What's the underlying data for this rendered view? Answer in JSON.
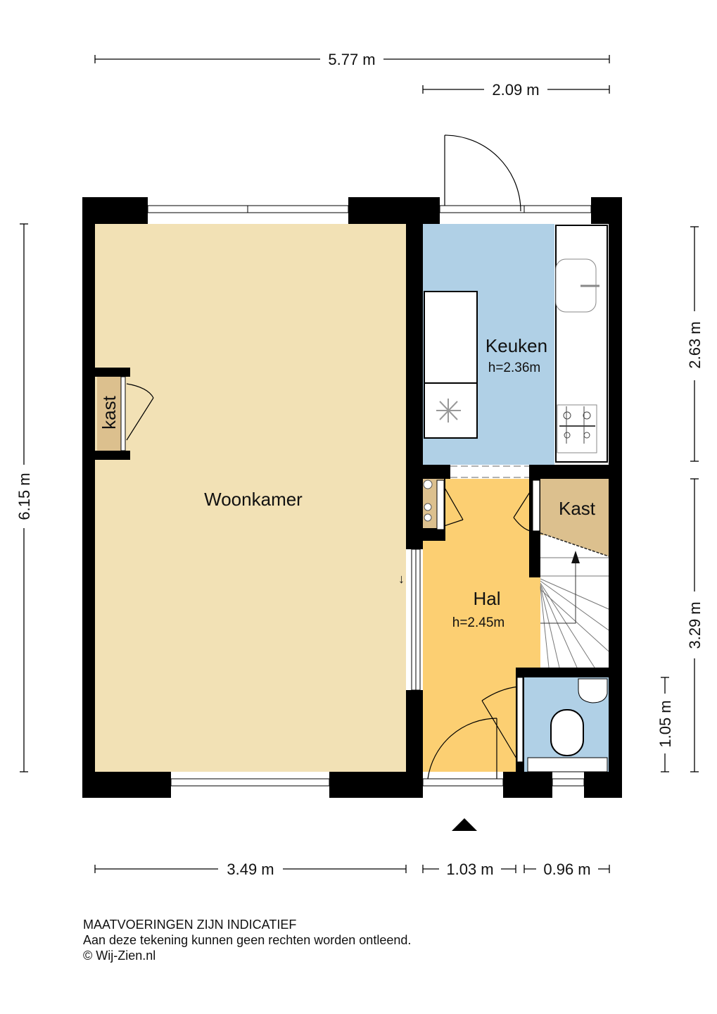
{
  "dimensions": {
    "total_width": "5.77 m",
    "kitchen_width": "2.09 m",
    "total_depth": "6.15 m",
    "kitchen_depth": "2.63 m",
    "hall_depth": "3.29 m",
    "toilet_depth": "1.05 m",
    "living_width": "3.49 m",
    "hall_width": "1.03 m",
    "toilet_width": "0.96 m"
  },
  "rooms": {
    "woonkamer": {
      "name": "Woonkamer"
    },
    "keuken": {
      "name": "Keuken",
      "height": "h=2.36m"
    },
    "hal": {
      "name": "Hal",
      "height": "h=2.45m"
    },
    "kast_small": {
      "name": "kast"
    },
    "kast": {
      "name": "Kast"
    }
  },
  "colors": {
    "woonkamer": "#f2e1b5",
    "keuken": "#b0d0e6",
    "hal": "#fccf72",
    "kast": "#dcc08e",
    "wall": "#000000"
  },
  "footer": {
    "line1": "MAATVOERINGEN ZIJN INDICATIEF",
    "line2": "Aan deze tekening kunnen geen rechten worden ontleend.",
    "line3": "© Wij-Zien.nl"
  }
}
